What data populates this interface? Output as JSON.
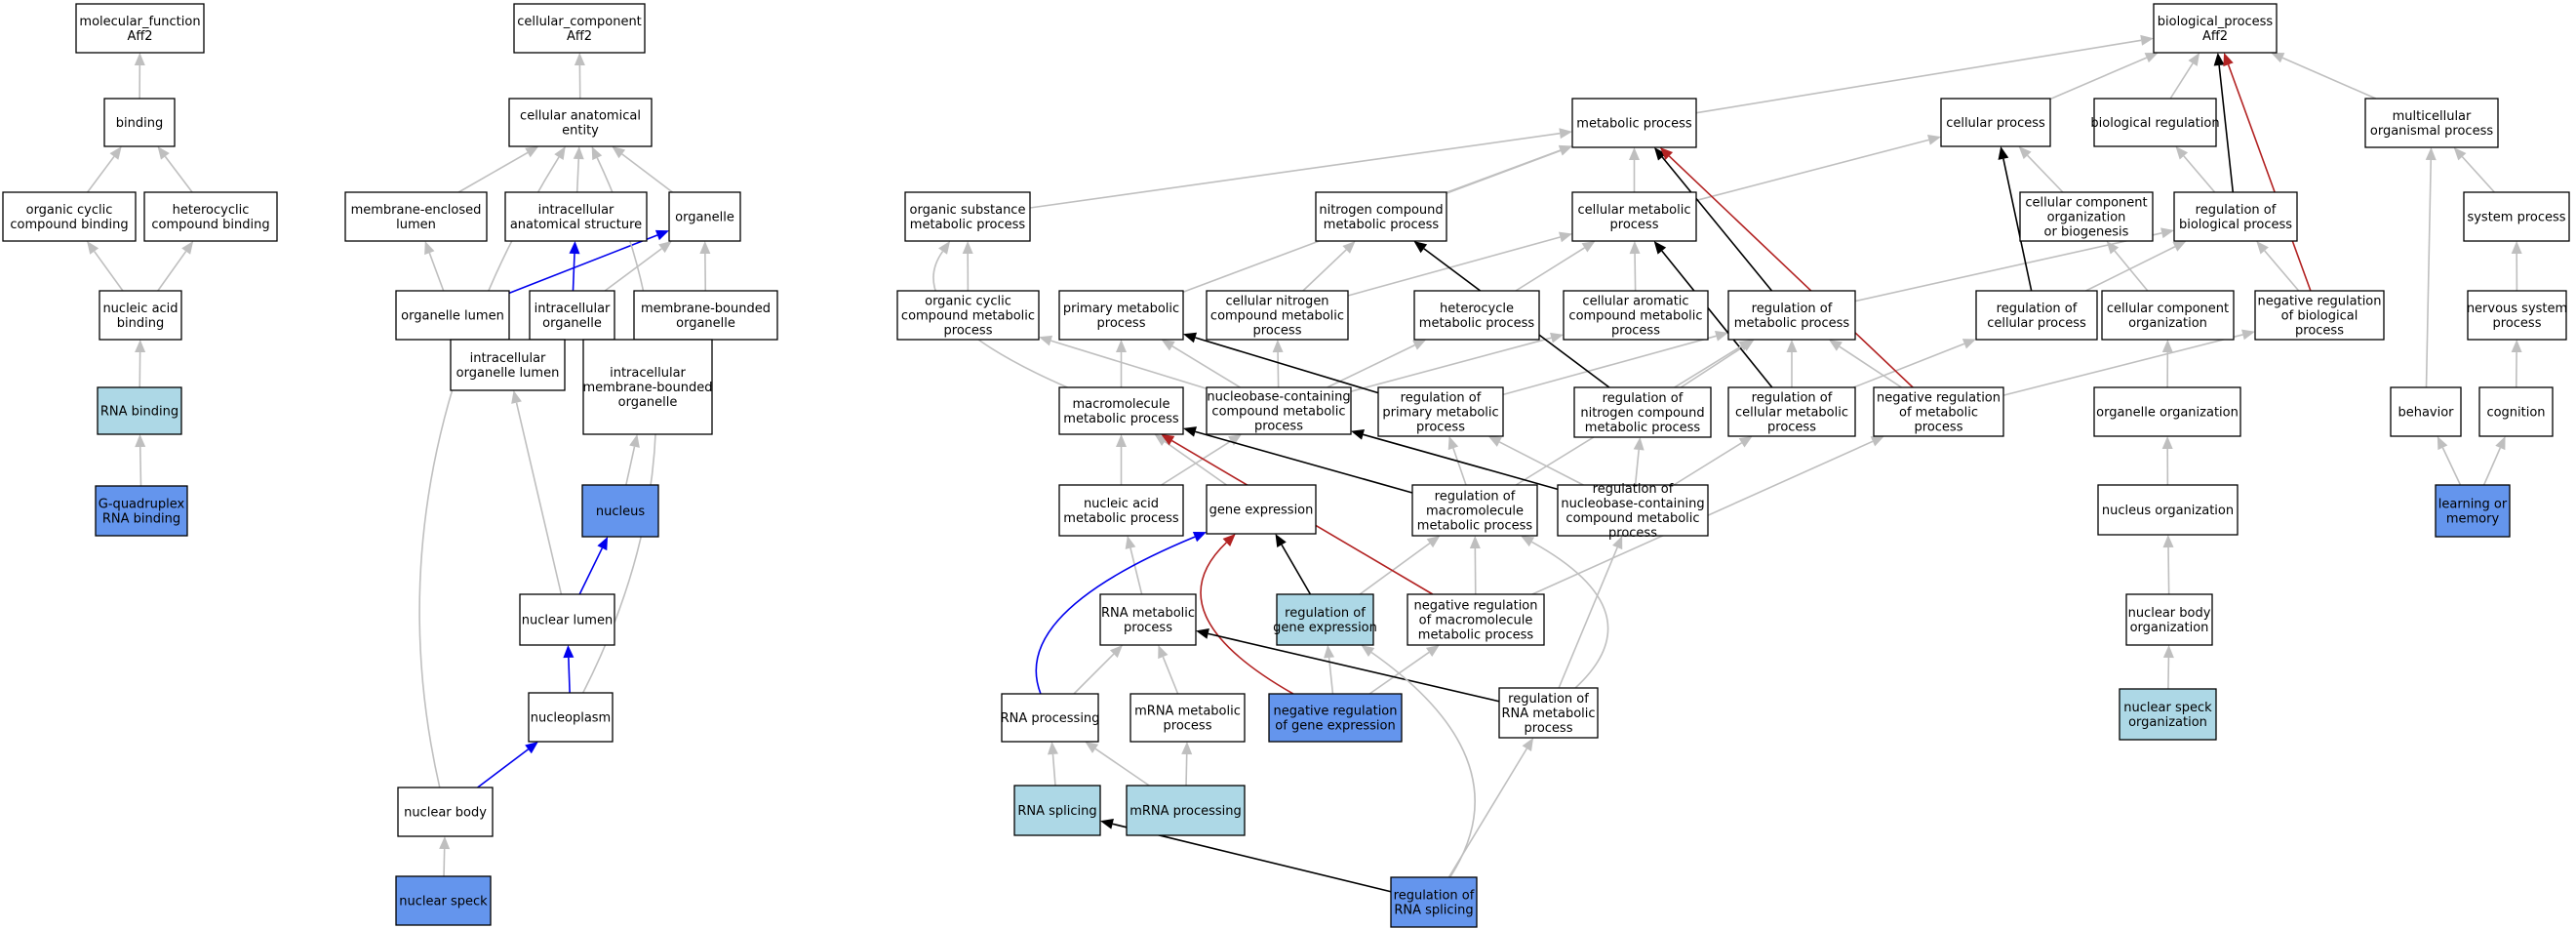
{
  "colors": {
    "white": "#ffffff",
    "light": "#add8e6",
    "dark": "#6495ed",
    "gray": "#bfbfbf",
    "black": "#000000",
    "blue": "#0000ee",
    "red": "#b22222"
  },
  "nodes": [
    {
      "id": "mf",
      "lines": [
        "molecular_function",
        "Aff2"
      ],
      "fill": "white"
    },
    {
      "id": "binding",
      "lines": [
        "binding"
      ],
      "fill": "white"
    },
    {
      "id": "orgcyc_bind",
      "lines": [
        "organic cyclic",
        "compound binding"
      ],
      "fill": "white"
    },
    {
      "id": "hetcyc_bind",
      "lines": [
        "heterocyclic",
        "compound binding"
      ],
      "fill": "white"
    },
    {
      "id": "na_bind",
      "lines": [
        "nucleic acid",
        "binding"
      ],
      "fill": "white"
    },
    {
      "id": "rna_bind",
      "lines": [
        "RNA binding"
      ],
      "fill": "light"
    },
    {
      "id": "gquad",
      "lines": [
        "G-quadruplex",
        "RNA binding"
      ],
      "fill": "dark"
    },
    {
      "id": "cc",
      "lines": [
        "cellular_component",
        "Aff2"
      ],
      "fill": "white"
    },
    {
      "id": "cae",
      "lines": [
        "cellular anatomical",
        "entity"
      ],
      "fill": "white"
    },
    {
      "id": "mel",
      "lines": [
        "membrane-enclosed",
        "lumen"
      ],
      "fill": "white"
    },
    {
      "id": "ias",
      "lines": [
        "intracellular",
        "anatomical structure"
      ],
      "fill": "white"
    },
    {
      "id": "organelle",
      "lines": [
        "organelle"
      ],
      "fill": "white"
    },
    {
      "id": "org_lumen",
      "lines": [
        "organelle lumen"
      ],
      "fill": "white"
    },
    {
      "id": "ic_org",
      "lines": [
        "intracellular",
        "organelle"
      ],
      "fill": "white"
    },
    {
      "id": "mb_org",
      "lines": [
        "membrane-bounded",
        "organelle"
      ],
      "fill": "white"
    },
    {
      "id": "ic_org_lumen",
      "lines": [
        "intracellular",
        "organelle lumen"
      ],
      "fill": "white"
    },
    {
      "id": "ic_mb_org",
      "lines": [
        "intracellular",
        "membrane-bounded",
        "organelle"
      ],
      "fill": "white"
    },
    {
      "id": "nucleus",
      "lines": [
        "nucleus"
      ],
      "fill": "dark"
    },
    {
      "id": "nuc_lumen",
      "lines": [
        "nuclear lumen"
      ],
      "fill": "white"
    },
    {
      "id": "nucleoplasm",
      "lines": [
        "nucleoplasm"
      ],
      "fill": "white"
    },
    {
      "id": "nuc_body",
      "lines": [
        "nuclear body"
      ],
      "fill": "white"
    },
    {
      "id": "nuc_speck",
      "lines": [
        "nuclear speck"
      ],
      "fill": "dark"
    },
    {
      "id": "bp",
      "lines": [
        "biological_process",
        "Aff2"
      ],
      "fill": "white"
    },
    {
      "id": "metab",
      "lines": [
        "metabolic process"
      ],
      "fill": "white"
    },
    {
      "id": "cell_proc",
      "lines": [
        "cellular process"
      ],
      "fill": "white"
    },
    {
      "id": "bio_reg",
      "lines": [
        "biological regulation"
      ],
      "fill": "white"
    },
    {
      "id": "multi",
      "lines": [
        "multicellular",
        "organismal process"
      ],
      "fill": "white"
    },
    {
      "id": "org_sub",
      "lines": [
        "organic substance",
        "metabolic process"
      ],
      "fill": "white"
    },
    {
      "id": "nitro",
      "lines": [
        "nitrogen compound",
        "metabolic process"
      ],
      "fill": "white"
    },
    {
      "id": "cell_metab",
      "lines": [
        "cellular metabolic",
        "process"
      ],
      "fill": "white"
    },
    {
      "id": "ccob",
      "lines": [
        "cellular component",
        "organization",
        "or biogenesis"
      ],
      "fill": "white"
    },
    {
      "id": "reg_bio",
      "lines": [
        "regulation of",
        "biological process"
      ],
      "fill": "white"
    },
    {
      "id": "sys_proc",
      "lines": [
        "system process"
      ],
      "fill": "white"
    },
    {
      "id": "orgcyc_met",
      "lines": [
        "organic cyclic",
        "compound metabolic",
        "process"
      ],
      "fill": "white"
    },
    {
      "id": "prim_met",
      "lines": [
        "primary metabolic",
        "process"
      ],
      "fill": "white"
    },
    {
      "id": "cell_nitro",
      "lines": [
        "cellular nitrogen",
        "compound metabolic",
        "process"
      ],
      "fill": "white"
    },
    {
      "id": "hetcyc_met",
      "lines": [
        "heterocycle",
        "metabolic process"
      ],
      "fill": "white"
    },
    {
      "id": "cell_arom",
      "lines": [
        "cellular aromatic",
        "compound metabolic",
        "process"
      ],
      "fill": "white"
    },
    {
      "id": "reg_met",
      "lines": [
        "regulation of",
        "metabolic process"
      ],
      "fill": "white"
    },
    {
      "id": "reg_cell_proc",
      "lines": [
        "regulation of",
        "cellular process"
      ],
      "fill": "white"
    },
    {
      "id": "cc_org",
      "lines": [
        "cellular component",
        "organization"
      ],
      "fill": "white"
    },
    {
      "id": "neg_reg_bio",
      "lines": [
        "negative regulation",
        "of biological",
        "process"
      ],
      "fill": "white"
    },
    {
      "id": "nerv_sys",
      "lines": [
        "nervous system",
        "process"
      ],
      "fill": "white"
    },
    {
      "id": "macro_met",
      "lines": [
        "macromolecule",
        "metabolic process"
      ],
      "fill": "white"
    },
    {
      "id": "nucbase_met",
      "lines": [
        "nucleobase-containing",
        "compound metabolic",
        "process"
      ],
      "fill": "white"
    },
    {
      "id": "reg_prim",
      "lines": [
        "regulation of",
        "primary metabolic",
        "process"
      ],
      "fill": "white"
    },
    {
      "id": "reg_nitro",
      "lines": [
        "regulation of",
        "nitrogen compound",
        "metabolic process"
      ],
      "fill": "white"
    },
    {
      "id": "reg_cell_met",
      "lines": [
        "regulation of",
        "cellular metabolic",
        "process"
      ],
      "fill": "white"
    },
    {
      "id": "neg_reg_met",
      "lines": [
        "negative regulation",
        "of metabolic",
        "process"
      ],
      "fill": "white"
    },
    {
      "id": "org_org",
      "lines": [
        "organelle organization"
      ],
      "fill": "white"
    },
    {
      "id": "behavior",
      "lines": [
        "behavior"
      ],
      "fill": "white"
    },
    {
      "id": "cognition",
      "lines": [
        "cognition"
      ],
      "fill": "white"
    },
    {
      "id": "na_met",
      "lines": [
        "nucleic acid",
        "metabolic process"
      ],
      "fill": "white"
    },
    {
      "id": "gene_expr",
      "lines": [
        "gene expression"
      ],
      "fill": "white"
    },
    {
      "id": "reg_macro",
      "lines": [
        "regulation of",
        "macromolecule",
        "metabolic process"
      ],
      "fill": "white"
    },
    {
      "id": "reg_nucbase",
      "lines": [
        "regulation of",
        "nucleobase-containing",
        "compound metabolic",
        "process"
      ],
      "fill": "white"
    },
    {
      "id": "nuc_org",
      "lines": [
        "nucleus organization"
      ],
      "fill": "white"
    },
    {
      "id": "learn",
      "lines": [
        "learning or",
        "memory"
      ],
      "fill": "dark"
    },
    {
      "id": "rna_met",
      "lines": [
        "RNA metabolic",
        "process"
      ],
      "fill": "white"
    },
    {
      "id": "reg_gene",
      "lines": [
        "regulation of",
        "gene expression"
      ],
      "fill": "light"
    },
    {
      "id": "neg_reg_macro",
      "lines": [
        "negative regulation",
        "of macromolecule",
        "metabolic process"
      ],
      "fill": "white"
    },
    {
      "id": "nuc_body_org",
      "lines": [
        "nuclear body",
        "organization"
      ],
      "fill": "white"
    },
    {
      "id": "rna_proc",
      "lines": [
        "RNA processing"
      ],
      "fill": "white"
    },
    {
      "id": "mrna_met",
      "lines": [
        "mRNA metabolic",
        "process"
      ],
      "fill": "white"
    },
    {
      "id": "neg_reg_gene",
      "lines": [
        "negative regulation",
        "of gene expression"
      ],
      "fill": "dark"
    },
    {
      "id": "reg_rna_met",
      "lines": [
        "regulation of",
        "RNA metabolic",
        "process"
      ],
      "fill": "white"
    },
    {
      "id": "nuc_speck_org",
      "lines": [
        "nuclear speck",
        "organization"
      ],
      "fill": "light"
    },
    {
      "id": "rna_splice",
      "lines": [
        "RNA splicing"
      ],
      "fill": "light"
    },
    {
      "id": "mrna_proc",
      "lines": [
        "mRNA processing"
      ],
      "fill": "light"
    },
    {
      "id": "reg_rna_splice",
      "lines": [
        "regulation of",
        "RNA splicing"
      ],
      "fill": "dark"
    }
  ],
  "edges": [
    {
      "from": "binding",
      "to": "mf",
      "color": "gray"
    },
    {
      "from": "orgcyc_bind",
      "to": "binding",
      "color": "gray"
    },
    {
      "from": "hetcyc_bind",
      "to": "binding",
      "color": "gray"
    },
    {
      "from": "na_bind",
      "to": "orgcyc_bind",
      "color": "gray"
    },
    {
      "from": "na_bind",
      "to": "hetcyc_bind",
      "color": "gray"
    },
    {
      "from": "rna_bind",
      "to": "na_bind",
      "color": "gray"
    },
    {
      "from": "gquad",
      "to": "rna_bind",
      "color": "gray"
    },
    {
      "from": "cae",
      "to": "cc",
      "color": "gray"
    },
    {
      "from": "mel",
      "to": "cae",
      "color": "gray"
    },
    {
      "from": "ias",
      "to": "cae",
      "color": "gray"
    },
    {
      "from": "organelle",
      "to": "cae",
      "color": "gray"
    },
    {
      "from": "org_lumen",
      "to": "mel",
      "color": "gray"
    },
    {
      "from": "org_lumen",
      "to": "organelle",
      "color": "blue"
    },
    {
      "from": "ic_org",
      "to": "ias",
      "color": "blue"
    },
    {
      "from": "ic_org",
      "to": "organelle",
      "color": "gray"
    },
    {
      "from": "mb_org",
      "to": "organelle",
      "color": "gray"
    },
    {
      "from": "ic_org_lumen",
      "to": "org_lumen",
      "color": "gray"
    },
    {
      "from": "ic_org_lumen",
      "to": "ic_org",
      "color": "blue"
    },
    {
      "from": "ic_mb_org",
      "to": "ic_org",
      "color": "gray"
    },
    {
      "from": "ic_mb_org",
      "to": "mb_org",
      "color": "gray"
    },
    {
      "from": "nucleus",
      "to": "ic_mb_org",
      "color": "gray"
    },
    {
      "from": "nuc_lumen",
      "to": "ic_org_lumen",
      "color": "gray"
    },
    {
      "from": "nuc_lumen",
      "to": "nucleus",
      "color": "blue"
    },
    {
      "from": "nucleoplasm",
      "to": "nuc_lumen",
      "color": "blue"
    },
    {
      "from": "nucleoplasm",
      "to": "cae",
      "color": "gray",
      "curve": "right"
    },
    {
      "from": "nuc_body",
      "to": "nucleoplasm",
      "color": "blue"
    },
    {
      "from": "nuc_body",
      "to": "cae",
      "color": "gray",
      "curve": "left"
    },
    {
      "from": "nuc_speck",
      "to": "nuc_body",
      "color": "gray"
    },
    {
      "from": "metab",
      "to": "bp",
      "color": "gray"
    },
    {
      "from": "cell_proc",
      "to": "bp",
      "color": "gray"
    },
    {
      "from": "bio_reg",
      "to": "bp",
      "color": "gray"
    },
    {
      "from": "multi",
      "to": "bp",
      "color": "gray"
    },
    {
      "from": "org_sub",
      "to": "metab",
      "color": "gray"
    },
    {
      "from": "nitro",
      "to": "metab",
      "color": "gray"
    },
    {
      "from": "cell_metab",
      "to": "metab",
      "color": "gray"
    },
    {
      "from": "cell_metab",
      "to": "cell_proc",
      "color": "gray"
    },
    {
      "from": "ccob",
      "to": "cell_proc",
      "color": "gray"
    },
    {
      "from": "reg_bio",
      "to": "bio_reg",
      "color": "gray"
    },
    {
      "from": "reg_bio",
      "to": "bp",
      "color": "black"
    },
    {
      "from": "sys_proc",
      "to": "multi",
      "color": "gray"
    },
    {
      "from": "orgcyc_met",
      "to": "org_sub",
      "color": "gray"
    },
    {
      "from": "prim_met",
      "to": "metab",
      "color": "gray"
    },
    {
      "from": "cell_nitro",
      "to": "nitro",
      "color": "gray"
    },
    {
      "from": "cell_nitro",
      "to": "cell_metab",
      "color": "gray"
    },
    {
      "from": "hetcyc_met",
      "to": "cell_metab",
      "color": "gray"
    },
    {
      "from": "cell_arom",
      "to": "cell_metab",
      "color": "gray"
    },
    {
      "from": "reg_met",
      "to": "metab",
      "color": "black"
    },
    {
      "from": "reg_met",
      "to": "reg_bio",
      "color": "gray"
    },
    {
      "from": "reg_cell_proc",
      "to": "cell_proc",
      "color": "black"
    },
    {
      "from": "reg_cell_proc",
      "to": "reg_bio",
      "color": "gray"
    },
    {
      "from": "cc_org",
      "to": "ccob",
      "color": "gray"
    },
    {
      "from": "neg_reg_bio",
      "to": "reg_bio",
      "color": "gray"
    },
    {
      "from": "neg_reg_bio",
      "to": "bp",
      "color": "red"
    },
    {
      "from": "nerv_sys",
      "to": "sys_proc",
      "color": "gray"
    },
    {
      "from": "macro_met",
      "to": "org_sub",
      "color": "gray",
      "curve": "left"
    },
    {
      "from": "macro_met",
      "to": "prim_met",
      "color": "gray"
    },
    {
      "from": "nucbase_met",
      "to": "orgcyc_met",
      "color": "gray"
    },
    {
      "from": "nucbase_met",
      "to": "cell_nitro",
      "color": "gray"
    },
    {
      "from": "nucbase_met",
      "to": "hetcyc_met",
      "color": "gray"
    },
    {
      "from": "nucbase_met",
      "to": "cell_arom",
      "color": "gray"
    },
    {
      "from": "nucbase_met",
      "to": "prim_met",
      "color": "gray"
    },
    {
      "from": "reg_prim",
      "to": "prim_met",
      "color": "black"
    },
    {
      "from": "reg_prim",
      "to": "reg_met",
      "color": "gray"
    },
    {
      "from": "reg_nitro",
      "to": "nitro",
      "color": "black"
    },
    {
      "from": "reg_nitro",
      "to": "reg_met",
      "color": "gray"
    },
    {
      "from": "reg_cell_met",
      "to": "cell_metab",
      "color": "black"
    },
    {
      "from": "reg_cell_met",
      "to": "reg_met",
      "color": "gray"
    },
    {
      "from": "reg_cell_met",
      "to": "reg_cell_proc",
      "color": "gray"
    },
    {
      "from": "neg_reg_met",
      "to": "metab",
      "color": "red"
    },
    {
      "from": "neg_reg_met",
      "to": "reg_met",
      "color": "gray"
    },
    {
      "from": "neg_reg_met",
      "to": "neg_reg_bio",
      "color": "gray"
    },
    {
      "from": "org_org",
      "to": "cc_org",
      "color": "gray"
    },
    {
      "from": "behavior",
      "to": "multi",
      "color": "gray"
    },
    {
      "from": "cognition",
      "to": "nerv_sys",
      "color": "gray"
    },
    {
      "from": "na_met",
      "to": "macro_met",
      "color": "gray"
    },
    {
      "from": "na_met",
      "to": "nucbase_met",
      "color": "gray"
    },
    {
      "from": "gene_expr",
      "to": "macro_met",
      "color": "gray"
    },
    {
      "from": "reg_macro",
      "to": "macro_met",
      "color": "black"
    },
    {
      "from": "reg_macro",
      "to": "reg_prim",
      "color": "gray"
    },
    {
      "from": "reg_macro",
      "to": "reg_met",
      "color": "gray"
    },
    {
      "from": "reg_nucbase",
      "to": "nucbase_met",
      "color": "black"
    },
    {
      "from": "reg_nucbase",
      "to": "reg_prim",
      "color": "gray"
    },
    {
      "from": "reg_nucbase",
      "to": "reg_nitro",
      "color": "gray"
    },
    {
      "from": "reg_nucbase",
      "to": "reg_cell_met",
      "color": "gray"
    },
    {
      "from": "nuc_org",
      "to": "org_org",
      "color": "gray"
    },
    {
      "from": "learn",
      "to": "behavior",
      "color": "gray"
    },
    {
      "from": "learn",
      "to": "cognition",
      "color": "gray"
    },
    {
      "from": "rna_met",
      "to": "na_met",
      "color": "gray"
    },
    {
      "from": "reg_gene",
      "to": "gene_expr",
      "color": "black"
    },
    {
      "from": "reg_gene",
      "to": "reg_macro",
      "color": "gray"
    },
    {
      "from": "neg_reg_macro",
      "to": "macro_met",
      "color": "red"
    },
    {
      "from": "neg_reg_macro",
      "to": "reg_macro",
      "color": "gray"
    },
    {
      "from": "neg_reg_macro",
      "to": "neg_reg_met",
      "color": "gray"
    },
    {
      "from": "nuc_body_org",
      "to": "nuc_org",
      "color": "gray"
    },
    {
      "from": "rna_proc",
      "to": "rna_met",
      "color": "gray"
    },
    {
      "from": "rna_proc",
      "to": "gene_expr",
      "color": "blue",
      "curve": "left"
    },
    {
      "from": "mrna_met",
      "to": "rna_met",
      "color": "gray"
    },
    {
      "from": "neg_reg_gene",
      "to": "reg_gene",
      "color": "gray"
    },
    {
      "from": "neg_reg_gene",
      "to": "neg_reg_macro",
      "color": "gray"
    },
    {
      "from": "neg_reg_gene",
      "to": "gene_expr",
      "color": "red",
      "curve": "left"
    },
    {
      "from": "reg_rna_met",
      "to": "rna_met",
      "color": "black"
    },
    {
      "from": "reg_rna_met",
      "to": "reg_macro",
      "color": "gray",
      "curve": "right"
    },
    {
      "from": "reg_rna_met",
      "to": "reg_nucbase",
      "color": "gray"
    },
    {
      "from": "nuc_speck_org",
      "to": "nuc_body_org",
      "color": "gray"
    },
    {
      "from": "rna_splice",
      "to": "rna_proc",
      "color": "gray"
    },
    {
      "from": "mrna_proc",
      "to": "rna_proc",
      "color": "gray"
    },
    {
      "from": "mrna_proc",
      "to": "mrna_met",
      "color": "gray"
    },
    {
      "from": "reg_rna_splice",
      "to": "rna_splice",
      "color": "black"
    },
    {
      "from": "reg_rna_splice",
      "to": "reg_rna_met",
      "color": "gray"
    },
    {
      "from": "reg_rna_splice",
      "to": "reg_gene",
      "color": "gray",
      "curve": "right"
    }
  ]
}
